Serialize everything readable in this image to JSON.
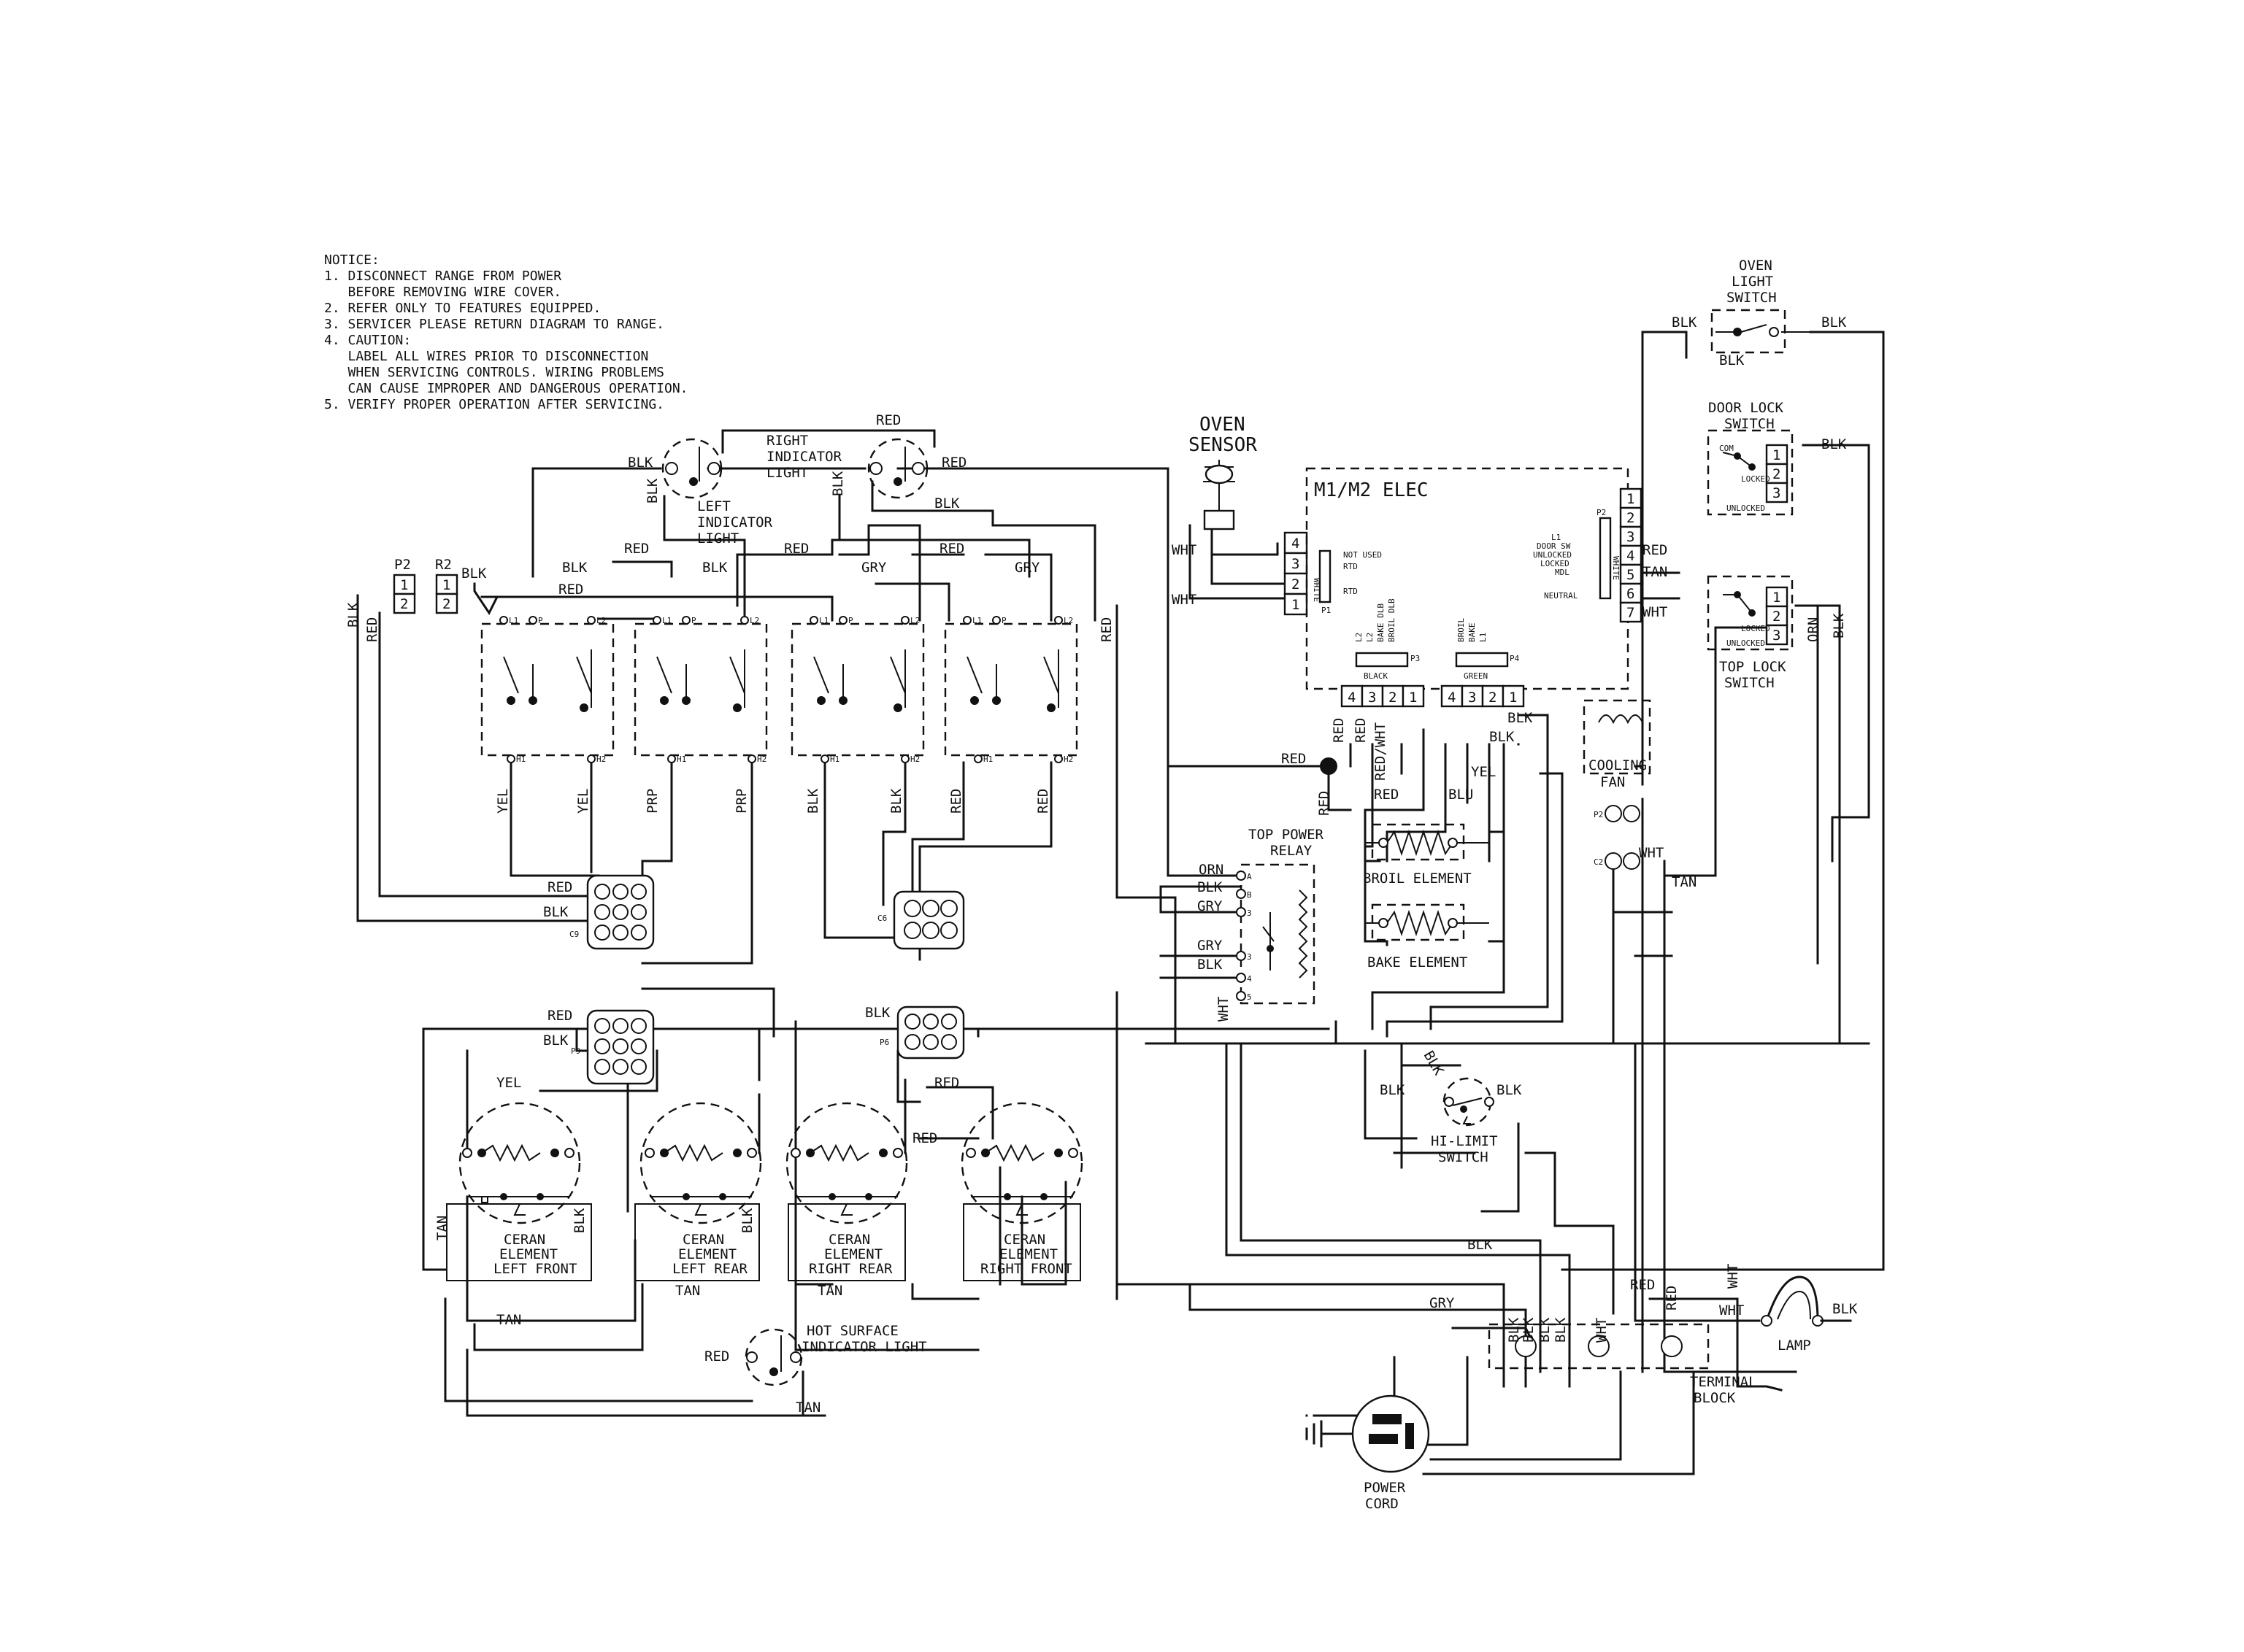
{
  "notice": {
    "lines": [
      "NOTICE:",
      "1. DISCONNECT RANGE FROM POWER",
      "   BEFORE REMOVING WIRE COVER.",
      "2. REFER ONLY TO FEATURES EQUIPPED.",
      "3. SERVICER PLEASE RETURN DIAGRAM TO RANGE.",
      "4. CAUTION:",
      "   LABEL ALL WIRES PRIOR TO DISCONNECTION",
      "   WHEN SERVICING CONTROLS. WIRING PROBLEMS",
      "   CAN CAUSE IMPROPER AND DANGEROUS OPERATION.",
      "5. VERIFY PROPER OPERATION AFTER SERVICING."
    ]
  },
  "components": {
    "oven_sensor": [
      "OVEN",
      "SENSOR"
    ],
    "elec": "M1/M2 ELEC",
    "right_indicator": [
      "RIGHT",
      "INDICATOR",
      "LIGHT"
    ],
    "left_indicator": [
      "LEFT",
      "INDICATOR",
      "LIGHT"
    ],
    "oven_light_switch": [
      "OVEN",
      "LIGHT",
      "SWITCH"
    ],
    "door_lock_switch": [
      "DOOR LOCK",
      "SWITCH"
    ],
    "top_lock_switch": [
      "TOP LOCK",
      "SWITCH"
    ],
    "cooling_fan": [
      "COOLING",
      "FAN"
    ],
    "top_power_relay": [
      "TOP POWER",
      "RELAY"
    ],
    "broil_element": "BROIL ELEMENT",
    "bake_element": "BAKE ELEMENT",
    "hi_limit_switch": [
      "HI-LIMIT",
      "SWITCH"
    ],
    "ceran_lf": [
      "CERAN",
      "ELEMENT",
      "LEFT FRONT"
    ],
    "ceran_lr": [
      "CERAN",
      "ELEMENT",
      "LEFT REAR"
    ],
    "ceran_rr": [
      "CERAN",
      "ELEMENT",
      "RIGHT REAR"
    ],
    "ceran_rf": [
      "CERAN",
      "ELEMENT",
      "RIGHT FRONT"
    ],
    "hot_surface": [
      "HOT SURFACE",
      "INDICATOR LIGHT"
    ],
    "terminal_block": [
      "TERMINAL",
      "BLOCK"
    ],
    "lamp": "LAMP",
    "power_cord": [
      "POWER",
      "CORD"
    ]
  },
  "connectors": {
    "p2_left": "P2",
    "r2_left": "R2",
    "c9": "C9",
    "c6": "C6",
    "p9": "P9",
    "p6": "P6",
    "p3_black": "BLACK",
    "p3": "P3",
    "p4_green": "GREEN",
    "p4": "P4",
    "p1": "P1",
    "p1_white": "WHITE",
    "p1_rtd_lines": [
      "NOT USED",
      "RTD",
      "RTD"
    ],
    "p2_right": "P2",
    "p2_white": "WHITE",
    "p2_right_lines": [
      "L1",
      "DOOR SW",
      "UNLOCKED",
      "LOCKED",
      "MDL",
      "NEUTRAL"
    ],
    "p3_lines": [
      "L2",
      "L2",
      "BAKE DLB",
      "BROIL DLB"
    ],
    "p4_lines": [
      "BROIL",
      "BAKE",
      "L1"
    ],
    "fan_p2": "P2",
    "fan_c2": "C2",
    "switch_labels": {
      "com": "COM",
      "locked": "LOCKED",
      "unlocked": "UNLOCKED"
    },
    "sw_pins": [
      "L1",
      "P",
      "L2",
      "H1",
      "H2"
    ],
    "relay_pins": [
      "A",
      "B",
      "3",
      "3",
      "4",
      "5"
    ]
  },
  "wire_colors": {
    "blk": "BLK",
    "red": "RED",
    "wht": "WHT",
    "tan": "TAN",
    "yel": "YEL",
    "prp": "PRP",
    "gry": "GRY",
    "orn": "ORN",
    "blu": "BLU",
    "red_wht": "RED/WHT"
  }
}
